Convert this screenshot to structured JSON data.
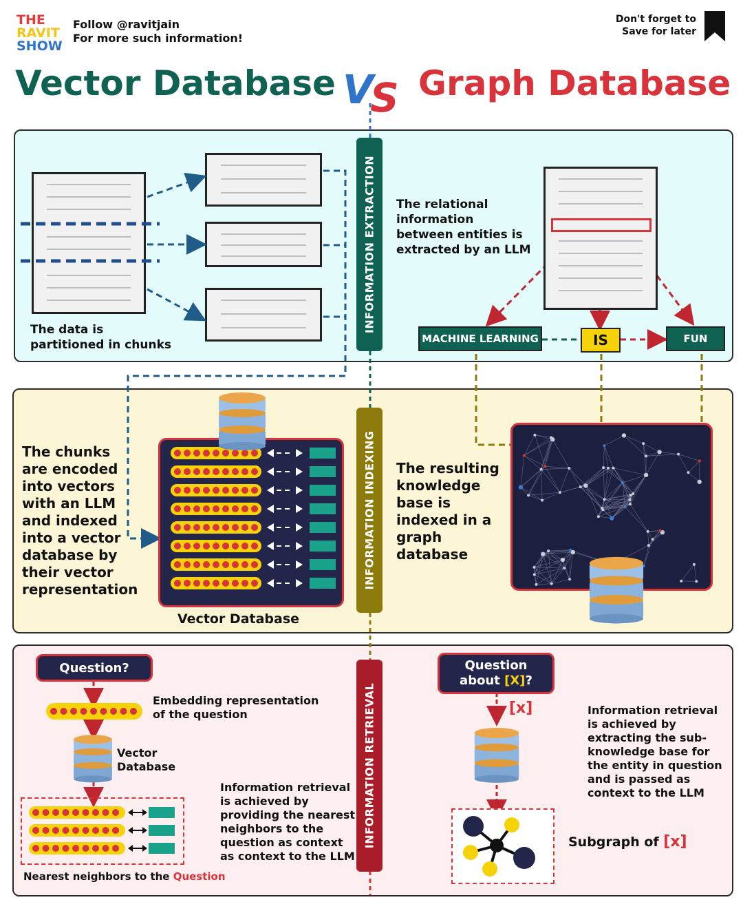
{
  "brand": {
    "logo_lines": [
      "THE",
      "RAVIT",
      "SHOW"
    ],
    "follow_line1": "Follow @ravitjain",
    "follow_line2": "For more such information!",
    "save_line1": "Don't forget to",
    "save_line2": "Save for later"
  },
  "title": {
    "left": "Vector Database",
    "vs_v": "V",
    "vs_s": "S",
    "right": "Graph Database"
  },
  "colors": {
    "vector_green": "#0f6152",
    "graph_red": "#d8323a",
    "vs_blue": "#2f74c9",
    "extraction_bg": "#e4fbfb",
    "indexing_bg": "#fdf6d6",
    "retrieval_bg": "#fdeef0",
    "olive": "#8c7a0d",
    "maroon": "#a91d2b",
    "navy": "#23264a",
    "yellow": "#f5d20a"
  },
  "sections": {
    "extraction": {
      "label": "INFORMATION EXTRACTION",
      "left_caption": "The data is\npartitioned in chunks",
      "right_caption": "The relational\ninformation\nbetween entities is\nextracted by an LLM",
      "entities": {
        "left": "MACHINE LEARNING",
        "middle": "IS",
        "right": "FUN"
      }
    },
    "indexing": {
      "label": "INFORMATION INDEXING",
      "left_caption": "The chunks\nare encoded\ninto vectors\nwith an LLM\nand indexed\ninto a vector\ndatabase by\ntheir vector\nrepresentation",
      "db_label": "Vector Database",
      "right_caption": "The resulting\nknowledge\nbase is\nindexed in a\ngraph\ndatabase"
    },
    "retrieval": {
      "label": "INFORMATION RETRIEVAL",
      "question": "Question?",
      "embedding_caption": "Embedding representation\nof the question",
      "vector_db_caption": "Vector\nDatabase",
      "left_caption": "Information retrieval\nis achieved by\nproviding the nearest\nneighbors to the\nquestion as context\nas context to the LLM",
      "nn_prefix": "Nearest neighbors to the ",
      "nn_highlight": "Question",
      "graph_question_line1": "Question",
      "graph_question_line2_pre": "about ",
      "graph_question_x": "[X]",
      "graph_question_q": "?",
      "x_tag": "[x]",
      "right_caption": "Information retrieval\nis achieved by\nextracting the sub-\nknowledge base for\nthe entity in question\nand is passed as\ncontext to the LLM",
      "subgraph_prefix": "Subgraph of ",
      "subgraph_x": "[x]"
    }
  }
}
